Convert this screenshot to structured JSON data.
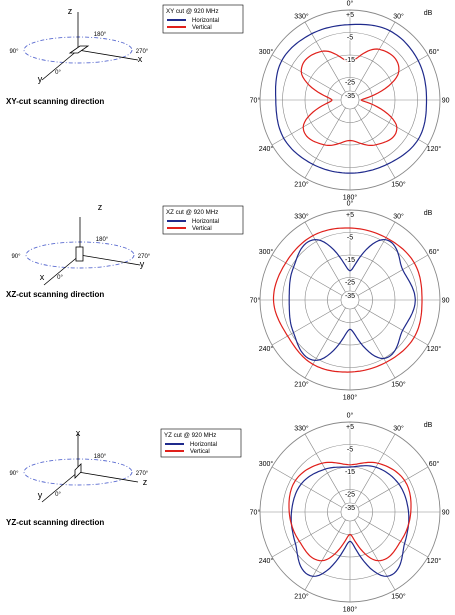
{
  "chart_data": [
    {
      "type": "polar",
      "legend_title": "XY  cut @ 920 MHz",
      "caption": "XY-cut scanning direction",
      "axis_letters": [
        "z",
        "x",
        "y"
      ],
      "diagram_angles": [
        "180°",
        "90°",
        "270°",
        "0°"
      ],
      "unit": "dB",
      "rlim": [
        -35,
        5
      ],
      "radial_ticks": [
        "+5",
        "-5",
        "-15",
        "-25",
        "-35"
      ],
      "angle_ticks": [
        "0°",
        "30°",
        "60°",
        "90°",
        "120°",
        "150°",
        "180°",
        "210°",
        "240°",
        "270°",
        "300°",
        "330°"
      ],
      "angles": [
        0,
        30,
        60,
        90,
        120,
        150,
        180,
        210,
        240,
        270,
        300,
        330
      ],
      "series": [
        {
          "name": "Horizontal",
          "color": "#1f2a8c",
          "r": [
            -1.5,
            0.5,
            0,
            -1,
            0,
            -2,
            -2.5,
            -2,
            -1,
            -2,
            0,
            -1
          ]
        },
        {
          "name": "Vertical",
          "color": "#e0201b",
          "r": [
            -18,
            -9,
            -10,
            -30,
            -11,
            -12,
            -17,
            -12,
            -11,
            -27,
            -10,
            -10
          ]
        }
      ]
    },
    {
      "type": "polar",
      "legend_title": "XZ  cut @ 920 MHz",
      "caption": "XZ-cut scanning direction",
      "axis_letters": [
        "z",
        "y",
        "x"
      ],
      "diagram_angles": [
        "180°",
        "90°",
        "270°",
        "0°"
      ],
      "unit": "dB",
      "rlim": [
        -35,
        5
      ],
      "radial_ticks": [
        "+5",
        "-5",
        "-15",
        "-25",
        "-35"
      ],
      "angle_ticks": [
        "0°",
        "30°",
        "60°",
        "90°",
        "120°",
        "150°",
        "180°",
        "210°",
        "240°",
        "270°",
        "300°",
        "330°"
      ],
      "angles": [
        0,
        30,
        60,
        90,
        120,
        150,
        180,
        210,
        240,
        270,
        300,
        330
      ],
      "series": [
        {
          "name": "Horizontal",
          "color": "#1f2a8c",
          "r": [
            -22,
            -4,
            -8,
            -6,
            -8,
            -5,
            -22,
            -4,
            -6,
            -8,
            -6,
            -4
          ]
        },
        {
          "name": "Vertical",
          "color": "#e0201b",
          "r": [
            -3,
            -3,
            -2,
            -3,
            -2,
            -3,
            -3,
            -2,
            -3,
            -1,
            -2,
            -2
          ]
        }
      ]
    },
    {
      "type": "polar",
      "legend_title": "YZ  cut @ 920 MHz",
      "caption": "YZ-cut scanning direction",
      "axis_letters": [
        "x",
        "z",
        "y"
      ],
      "diagram_angles": [
        "180°",
        "90°",
        "270°",
        "0°"
      ],
      "unit": "dB",
      "rlim": [
        -35,
        5
      ],
      "radial_ticks": [
        "+5",
        "-5",
        "-15",
        "-25",
        "-35"
      ],
      "angle_ticks": [
        "0°",
        "30°",
        "60°",
        "90°",
        "120°",
        "150°",
        "180°",
        "210°",
        "240°",
        "270°",
        "300°",
        "330°"
      ],
      "angles": [
        0,
        30,
        60,
        90,
        120,
        150,
        180,
        210,
        240,
        270,
        300,
        330
      ],
      "series": [
        {
          "name": "Horizontal",
          "color": "#1f2a8c",
          "r": [
            -15,
            -12,
            -10,
            -9,
            -7,
            -2,
            -22,
            -2,
            -7,
            -9,
            -10,
            -13
          ]
        },
        {
          "name": "Vertical",
          "color": "#e0201b",
          "r": [
            -14,
            -10,
            -7,
            -8,
            -9,
            -10,
            -25,
            -10,
            -9,
            -8,
            -7,
            -10
          ]
        }
      ]
    }
  ]
}
